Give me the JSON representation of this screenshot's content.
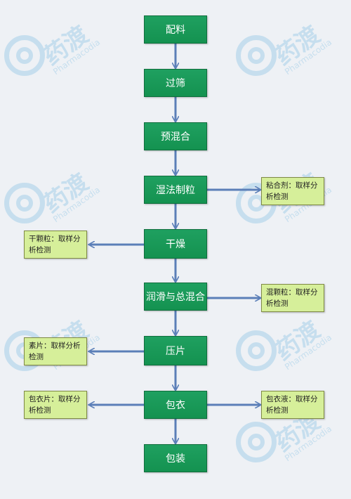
{
  "watermark": {
    "brand_cn": "药渡",
    "brand_en": "Pharmacodia",
    "color": "#3ea0d6"
  },
  "colors": {
    "step_fill": "#1a9a58",
    "note_fill": "#d6ef9a",
    "arrow": "#5b7fb8"
  },
  "flowchart": {
    "steps": [
      {
        "id": "s1",
        "label": "配料"
      },
      {
        "id": "s2",
        "label": "过筛"
      },
      {
        "id": "s3",
        "label": "预混合"
      },
      {
        "id": "s4",
        "label": "湿法制粒"
      },
      {
        "id": "s5",
        "label": "干燥"
      },
      {
        "id": "s6",
        "label": "润滑与总混合"
      },
      {
        "id": "s7",
        "label": "压片"
      },
      {
        "id": "s8",
        "label": "包衣"
      },
      {
        "id": "s9",
        "label": "包装"
      }
    ],
    "notes": [
      {
        "id": "n1",
        "from": "s4",
        "side": "right",
        "label": "粘合剂：取样分析检测"
      },
      {
        "id": "n2",
        "from": "s5",
        "side": "left",
        "label": "干颗粒：取样分析检测"
      },
      {
        "id": "n3",
        "from": "s6",
        "side": "right",
        "label": "混颗粒：取样分析检测"
      },
      {
        "id": "n4",
        "from": "s7",
        "side": "left",
        "label": "素片：取样分析检测"
      },
      {
        "id": "n5",
        "from": "s8",
        "side": "left",
        "label": "包衣片：取样分析检测"
      },
      {
        "id": "n6",
        "from": "s8",
        "side": "right",
        "label": "包衣液：取样分析检测"
      }
    ]
  }
}
